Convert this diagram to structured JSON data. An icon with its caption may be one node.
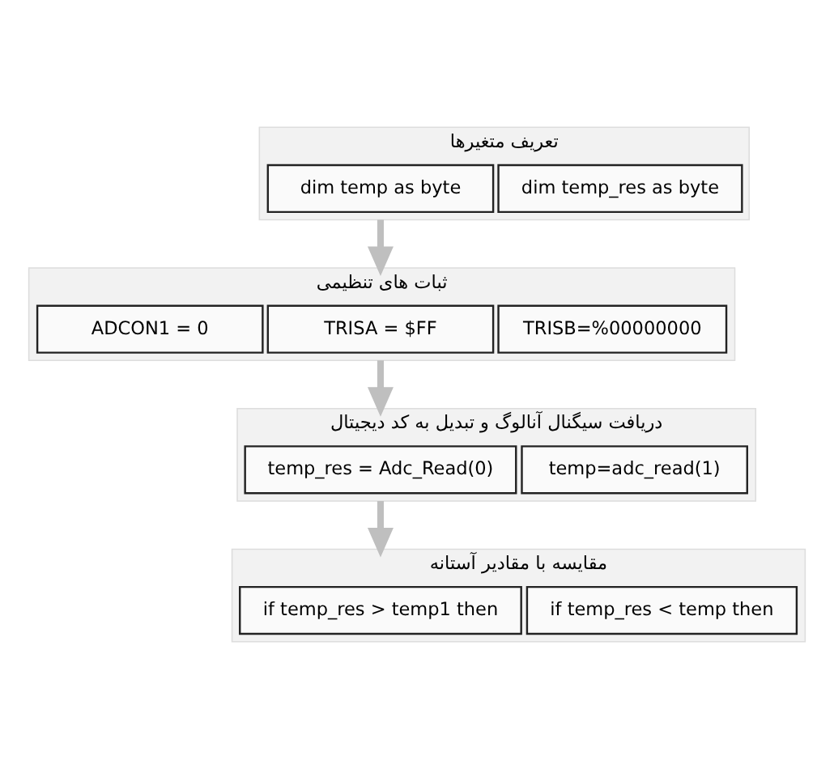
{
  "diagram": {
    "nodes": [
      {
        "text": [
          "تعریف متغیرها"
        ]
      },
      {
        "text": [
          "dim temp as byte"
        ],
        "in": 0
      },
      {
        "text": [
          "dim temp_res as byte"
        ],
        "in": 0
      },
      {
        "text": [
          "ثبات های تنظیمی"
        ]
      },
      {
        "text": [
          "ADCON1 = 0"
        ],
        "in": 3
      },
      {
        "text": [
          "TRISA = $FF"
        ],
        "in": 3
      },
      {
        "text": [
          "TRISB=%00000000"
        ],
        "in": 3
      },
      {
        "text": [
          "دریافت سیگنال آنالوگ و تبدیل به کد دیجیتال"
        ]
      },
      {
        "text": [
          "temp_res = Adc_Read(0)"
        ],
        "in": 7
      },
      {
        "text": [
          "temp=adc_read(1)"
        ],
        "in": 7
      },
      {
        "text": [
          "مقایسه با مقادیر آستانه"
        ]
      },
      {
        "text": [
          "if temp_res > temp1 then"
        ],
        "in": 10
      },
      {
        "text": [
          "if temp_res < temp then"
        ],
        "in": 10
      }
    ],
    "edges": [
      {
        "from": 0,
        "to": 3,
        "arrow": "to"
      },
      {
        "from": 3,
        "to": 7,
        "arrow": "to"
      },
      {
        "from": 7,
        "to": 10,
        "arrow": "to"
      }
    ]
  }
}
